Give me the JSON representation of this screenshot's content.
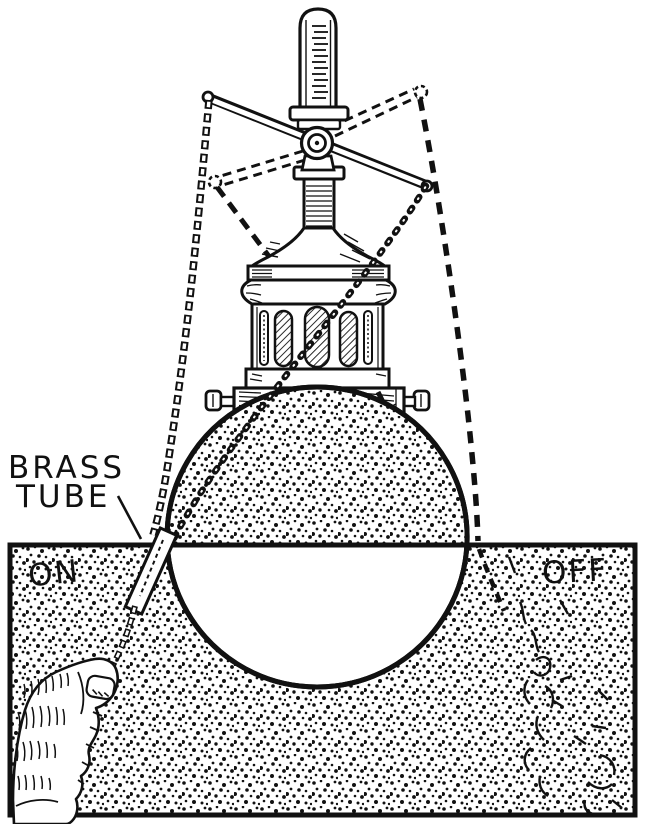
{
  "figure": {
    "labels": {
      "brass_tube_line1": "BRASS",
      "brass_tube_line2": "TUBE",
      "on": "ON",
      "off": "OFF"
    },
    "colors": {
      "ink": "#111111",
      "paper": "#ffffff"
    }
  }
}
